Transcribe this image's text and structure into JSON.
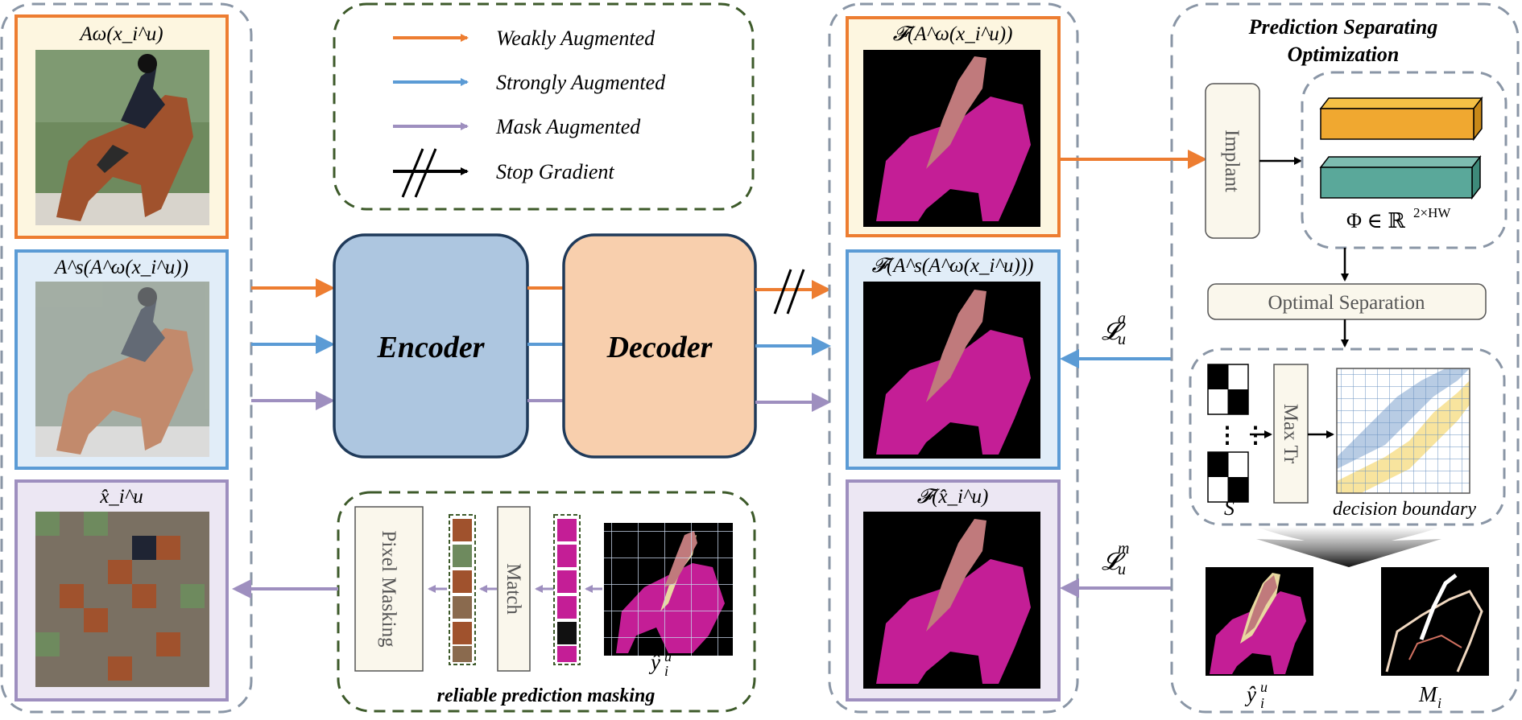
{
  "legend": {
    "weak": "Weakly Augmented",
    "strong": "Strongly Augmented",
    "mask": "Mask Augmented",
    "stop": "Stop Gradient"
  },
  "inputs": {
    "weak_label": "Aω(x_i^u)",
    "strong_label": "A^s(A^ω(x_i^u))",
    "masked_label": "x̂_i^u"
  },
  "network": {
    "encoder": "Encoder",
    "decoder": "Decoder"
  },
  "outputs": {
    "weak_label": "𝓕(A^ω(x_i^u))",
    "strong_label": "𝓕(A^s(A^ω(x_i^u)))",
    "masked_label": "𝓕(x̂_i^u)"
  },
  "losses": {
    "la_base": "𝓛",
    "la_sup": "a",
    "la_sub": "u",
    "lm_base": "𝓛",
    "lm_sup": "m",
    "lm_sub": "u"
  },
  "masking": {
    "pixel_masking": "Pixel Masking",
    "match": "Match",
    "y_label": "ŷ",
    "title": "reliable prediction masking"
  },
  "pso": {
    "title_line1": "Prediction Separating",
    "title_line2": "Optimization",
    "implant": "Implant",
    "phi": "Φ ∈ ℝ",
    "phi_sup": "2×HW",
    "optimal": "Optimal Separation",
    "maxtr": "Max Tr",
    "s_label": "S",
    "boundary": "decision boundary",
    "y_label": "ŷ",
    "m_label": "M"
  },
  "colors": {
    "weak": "#ed7d31",
    "strong": "#5b9bd5",
    "mask": "#9e8fbf",
    "encoder_fill": "#adc6e0",
    "decoder_fill": "#f8cfad",
    "magenta": "#c41e96",
    "rider": "#c07a7c",
    "dashed_green": "#3d5a2a",
    "dashed_gray": "#8a96a6"
  }
}
